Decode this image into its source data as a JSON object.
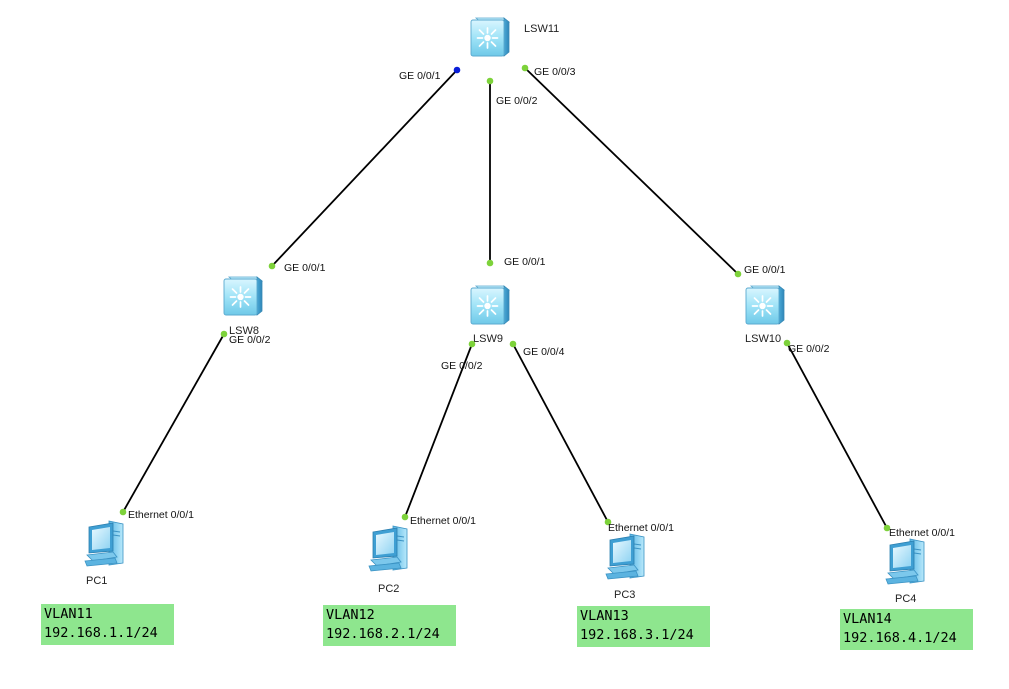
{
  "devices": [
    {
      "id": "lsw11",
      "type": "switch",
      "label": "LSW11"
    },
    {
      "id": "lsw8",
      "type": "switch",
      "label": "LSW8"
    },
    {
      "id": "lsw9",
      "type": "switch",
      "label": "LSW9"
    },
    {
      "id": "lsw10",
      "type": "switch",
      "label": "LSW10"
    },
    {
      "id": "pc1",
      "type": "pc",
      "label": "PC1"
    },
    {
      "id": "pc2",
      "type": "pc",
      "label": "PC2"
    },
    {
      "id": "pc3",
      "type": "pc",
      "label": "PC3"
    },
    {
      "id": "pc4",
      "type": "pc",
      "label": "PC4"
    }
  ],
  "links": [
    {
      "from": "lsw11",
      "to": "lsw8",
      "from_port": "GE 0/0/1",
      "to_port": "GE 0/0/1"
    },
    {
      "from": "lsw11",
      "to": "lsw9",
      "from_port": "GE 0/0/2",
      "to_port": "GE 0/0/1"
    },
    {
      "from": "lsw11",
      "to": "lsw10",
      "from_port": "GE 0/0/3",
      "to_port": "GE 0/0/1"
    },
    {
      "from": "lsw8",
      "to": "pc1",
      "from_port": "GE 0/0/2",
      "to_port": "Ethernet 0/0/1"
    },
    {
      "from": "lsw9",
      "to": "pc2",
      "from_port": "GE 0/0/2",
      "to_port": "Ethernet 0/0/1"
    },
    {
      "from": "lsw9",
      "to": "pc3",
      "from_port": "GE 0/0/4",
      "to_port": "Ethernet 0/0/1"
    },
    {
      "from": "lsw10",
      "to": "pc4",
      "from_port": "GE 0/0/2",
      "to_port": "Ethernet 0/0/1"
    }
  ],
  "vlans": [
    {
      "pc": "pc1",
      "name": "VLAN11",
      "address": "192.168.1.1/24"
    },
    {
      "pc": "pc2",
      "name": "VLAN12",
      "address": "192.168.2.1/24"
    },
    {
      "pc": "pc3",
      "name": "VLAN13",
      "address": "192.168.3.1/24"
    },
    {
      "pc": "pc4",
      "name": "VLAN14",
      "address": "192.168.4.1/24"
    }
  ],
  "colors": {
    "link": "#000000",
    "port_up": "#7dd23a",
    "port_selected": "#0a1ed8",
    "vlan_box": "#8ee68e",
    "switch_body": "#9fe3f7"
  }
}
